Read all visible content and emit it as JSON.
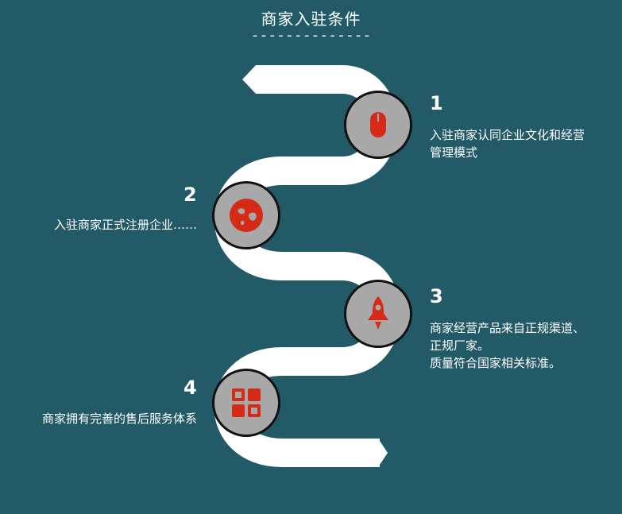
{
  "title": "商家入驻条件",
  "title_underline": "--------------",
  "steps": [
    {
      "number": "1",
      "icon": "mouse-icon",
      "lines": [
        "入驻商家认同企业文化和经营",
        "管理模式"
      ]
    },
    {
      "number": "2",
      "icon": "globe-icon",
      "lines": [
        "入驻商家正式注册企业……"
      ]
    },
    {
      "number": "3",
      "icon": "rocket-icon",
      "lines": [
        "商家经营产品来自正规渠道、",
        "正规厂家。",
        "质量符合国家相关标准。"
      ]
    },
    {
      "number": "4",
      "icon": "grid-icon",
      "lines": [
        "商家拥有完善的售后服务体系"
      ]
    }
  ],
  "colors": {
    "background": "#225A67",
    "road": "#FFFFFF",
    "node": "#A8A8A8",
    "icon": "#D42A16"
  }
}
